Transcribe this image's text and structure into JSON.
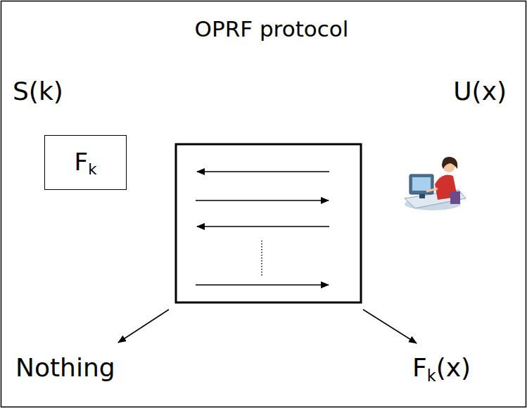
{
  "diagram": {
    "title": "OPRF protocol",
    "nodes": [
      {
        "text": [
          "Fk"
        ]
      }
    ],
    "labels": [
      "S(k)",
      "U(x)",
      "Nothing",
      "Fk(x)"
    ]
  }
}
